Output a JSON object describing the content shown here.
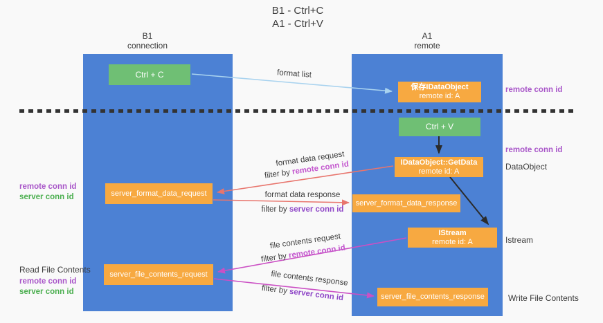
{
  "title": {
    "line1": "B1 - Ctrl+C",
    "line2": "A1 - Ctrl+V"
  },
  "columns": {
    "left": {
      "name": "B1",
      "role": "connection"
    },
    "right": {
      "name": "A1",
      "role": "remote"
    }
  },
  "boxes": {
    "ctrl_c": "Ctrl + C",
    "ctrl_v": "Ctrl + V",
    "save_idataobject": {
      "title": "保存IDataObject",
      "subtitle": "remote id: A"
    },
    "idataobject_getdata": {
      "title": "IDataObject::GetData",
      "subtitle": "remote id: A"
    },
    "istream": {
      "title": "IStream",
      "subtitle": "remote id: A"
    },
    "server_format_data_request": "server_format_data_request",
    "server_format_data_response": "server_format_data_response",
    "server_file_contents_request": "server_file_contents_request",
    "server_file_contents_response": "server_file_contents_response"
  },
  "flow": {
    "format_list": "format list",
    "format_data_request": "format data request",
    "format_data_response": "format data response",
    "file_contents_request": "file contents request",
    "file_contents_response": "file contents response",
    "filter_by": "filter by",
    "remote_conn_id": "remote conn id",
    "server_conn_id": "server conn id"
  },
  "side": {
    "remote_conn_id_top": "remote conn id",
    "remote_conn_id_mid": "remote conn id",
    "dataobject": "DataObject",
    "istream": "Istream",
    "write_file_contents": "Write File Contents",
    "read_file_contents": "Read File Contents",
    "left_remote_conn_id": "remote conn id",
    "left_server_conn_id": "server conn id",
    "left2_remote_conn_id": "remote conn id",
    "left2_server_conn_id": "server conn id"
  },
  "colors": {
    "column_blue": "#4c81d4",
    "box_orange": "#f7a941",
    "box_green": "#6fbf74",
    "arrow_light_blue": "#a9d3ef",
    "arrow_salmon": "#e8756d",
    "arrow_magenta": "#cb50c4",
    "arrow_black": "#2b2b2b",
    "label_purple": "#a957c9",
    "label_green": "#4caf50",
    "highlight_magenta": "#c356ce",
    "highlight_violet": "#9048c8"
  }
}
